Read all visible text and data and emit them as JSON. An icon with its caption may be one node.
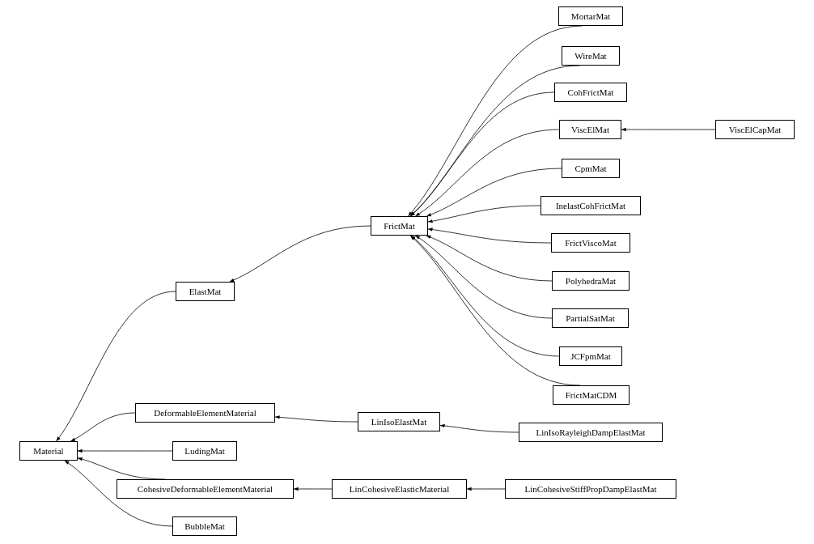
{
  "diagram": {
    "nodes": [
      {
        "text": [
          "Material"
        ]
      },
      {
        "text": [
          "ElastMat"
        ]
      },
      {
        "text": [
          "DeformableElementMaterial"
        ]
      },
      {
        "text": [
          "LudingMat"
        ]
      },
      {
        "text": [
          "CohesiveDeformableElementMaterial"
        ]
      },
      {
        "text": [
          "BubbleMat"
        ]
      },
      {
        "text": [
          "FrictMat"
        ]
      },
      {
        "text": [
          "LinIsoElastMat"
        ]
      },
      {
        "text": [
          "LinCohesiveElasticMaterial"
        ]
      },
      {
        "text": [
          "MortarMat"
        ]
      },
      {
        "text": [
          "WireMat"
        ]
      },
      {
        "text": [
          "CohFrictMat"
        ]
      },
      {
        "text": [
          "ViscElMat"
        ]
      },
      {
        "text": [
          "CpmMat"
        ]
      },
      {
        "text": [
          "InelastCohFrictMat"
        ]
      },
      {
        "text": [
          "FrictViscoMat"
        ]
      },
      {
        "text": [
          "PolyhedraMat"
        ]
      },
      {
        "text": [
          "PartialSatMat"
        ]
      },
      {
        "text": [
          "JCFpmMat"
        ]
      },
      {
        "text": [
          "FrictMatCDM"
        ]
      },
      {
        "text": [
          "LinIsoRayleighDampElastMat"
        ]
      },
      {
        "text": [
          "LinCohesiveStiffPropDampElastMat"
        ]
      },
      {
        "text": [
          "ViscElCapMat"
        ]
      }
    ],
    "edges": [
      {
        "from": 1,
        "to": 0,
        "arrow": "to"
      },
      {
        "from": 2,
        "to": 0,
        "arrow": "to"
      },
      {
        "from": 3,
        "to": 0,
        "arrow": "to"
      },
      {
        "from": 4,
        "to": 0,
        "arrow": "to"
      },
      {
        "from": 5,
        "to": 0,
        "arrow": "to"
      },
      {
        "from": 6,
        "to": 1,
        "arrow": "to"
      },
      {
        "from": 7,
        "to": 2,
        "arrow": "to"
      },
      {
        "from": 8,
        "to": 4,
        "arrow": "to"
      },
      {
        "from": 9,
        "to": 6,
        "arrow": "to"
      },
      {
        "from": 10,
        "to": 6,
        "arrow": "to"
      },
      {
        "from": 11,
        "to": 6,
        "arrow": "to"
      },
      {
        "from": 12,
        "to": 6,
        "arrow": "to"
      },
      {
        "from": 13,
        "to": 6,
        "arrow": "to"
      },
      {
        "from": 14,
        "to": 6,
        "arrow": "to"
      },
      {
        "from": 15,
        "to": 6,
        "arrow": "to"
      },
      {
        "from": 16,
        "to": 6,
        "arrow": "to"
      },
      {
        "from": 17,
        "to": 6,
        "arrow": "to"
      },
      {
        "from": 18,
        "to": 6,
        "arrow": "to"
      },
      {
        "from": 19,
        "to": 6,
        "arrow": "to"
      },
      {
        "from": 20,
        "to": 7,
        "arrow": "to"
      },
      {
        "from": 21,
        "to": 8,
        "arrow": "to"
      },
      {
        "from": 22,
        "to": 12,
        "arrow": "to"
      }
    ]
  }
}
